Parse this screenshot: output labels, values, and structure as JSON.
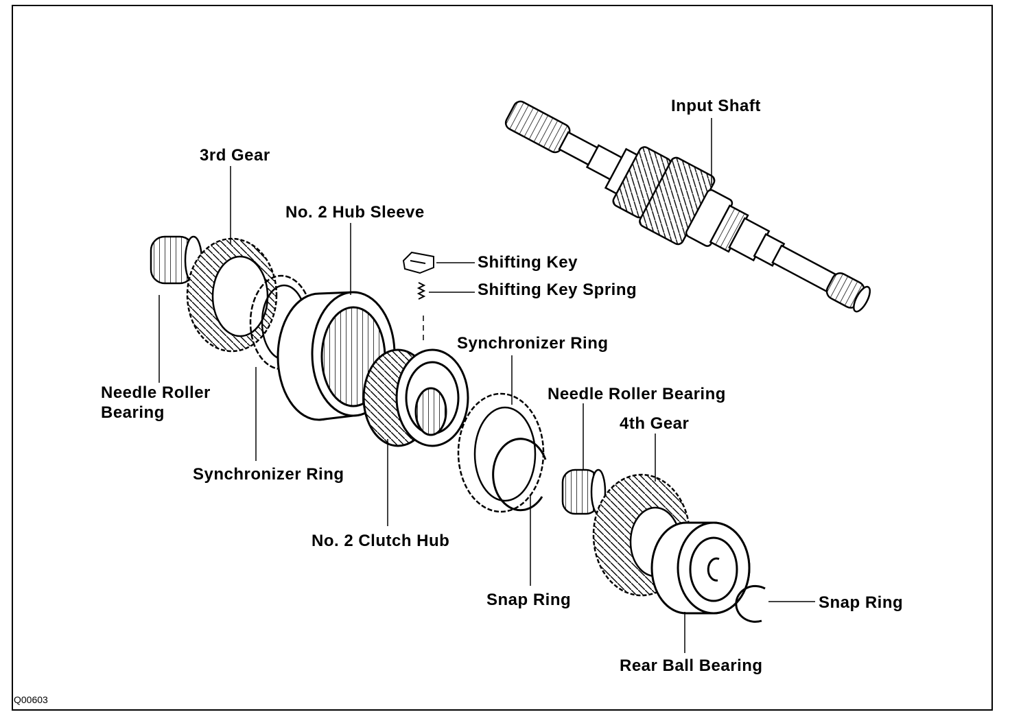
{
  "diagram": {
    "code": "Q00603",
    "labels": {
      "input_shaft": "Input Shaft",
      "third_gear": "3rd Gear",
      "hub_sleeve": "No. 2 Hub Sleeve",
      "shifting_key": "Shifting Key",
      "shifting_key_spring": "Shifting Key Spring",
      "synchronizer_ring_right": "Synchronizer Ring",
      "needle_roller_bearing_left_1": "Needle Roller",
      "needle_roller_bearing_left_2": "Bearing",
      "needle_roller_bearing_right": "Needle Roller Bearing",
      "fourth_gear": "4th Gear",
      "synchronizer_ring_left": "Synchronizer Ring",
      "clutch_hub": "No. 2 Clutch Hub",
      "snap_ring_center": "Snap Ring",
      "snap_ring_right": "Snap Ring",
      "rear_ball_bearing": "Rear Ball Bearing"
    }
  }
}
